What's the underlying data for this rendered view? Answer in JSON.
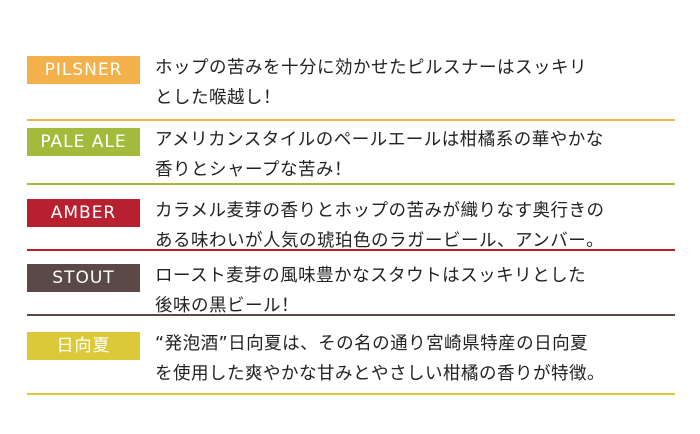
{
  "colors": {
    "pilsner": "#f2b14a",
    "pale_ale": "#a3bb3c",
    "amber": "#b8202f",
    "stout": "#5a4946",
    "hyuganatsu": "#dcc93a"
  },
  "beers": [
    {
      "badge": "PILSNER",
      "line1": "ホップの苦みを十分に効かせたピルスナーはスッキリ",
      "line2": "とした喉越し！"
    },
    {
      "badge": "PALE ALE",
      "line1": "アメリカンスタイルのペールエールは柑橘系の華やかな",
      "line2": "香りとシャープな苦み！"
    },
    {
      "badge": "AMBER",
      "line1": "カラメル麦芽の香りとホップの苦みが織りなす奥行きの",
      "line2": "ある味わいが人気の琥珀色のラガービール、アンバー。"
    },
    {
      "badge": "STOUT",
      "line1": "ロースト麦芽の風味豊かなスタウトはスッキリとした",
      "line2": "後味の黒ビール！"
    },
    {
      "badge": "日向夏",
      "line1": "“発泡酒”日向夏は、その名の通り宮崎県特産の日向夏",
      "line2": "を使用した爽やかな甘みとやさしい柑橘の香りが特徴。"
    }
  ]
}
